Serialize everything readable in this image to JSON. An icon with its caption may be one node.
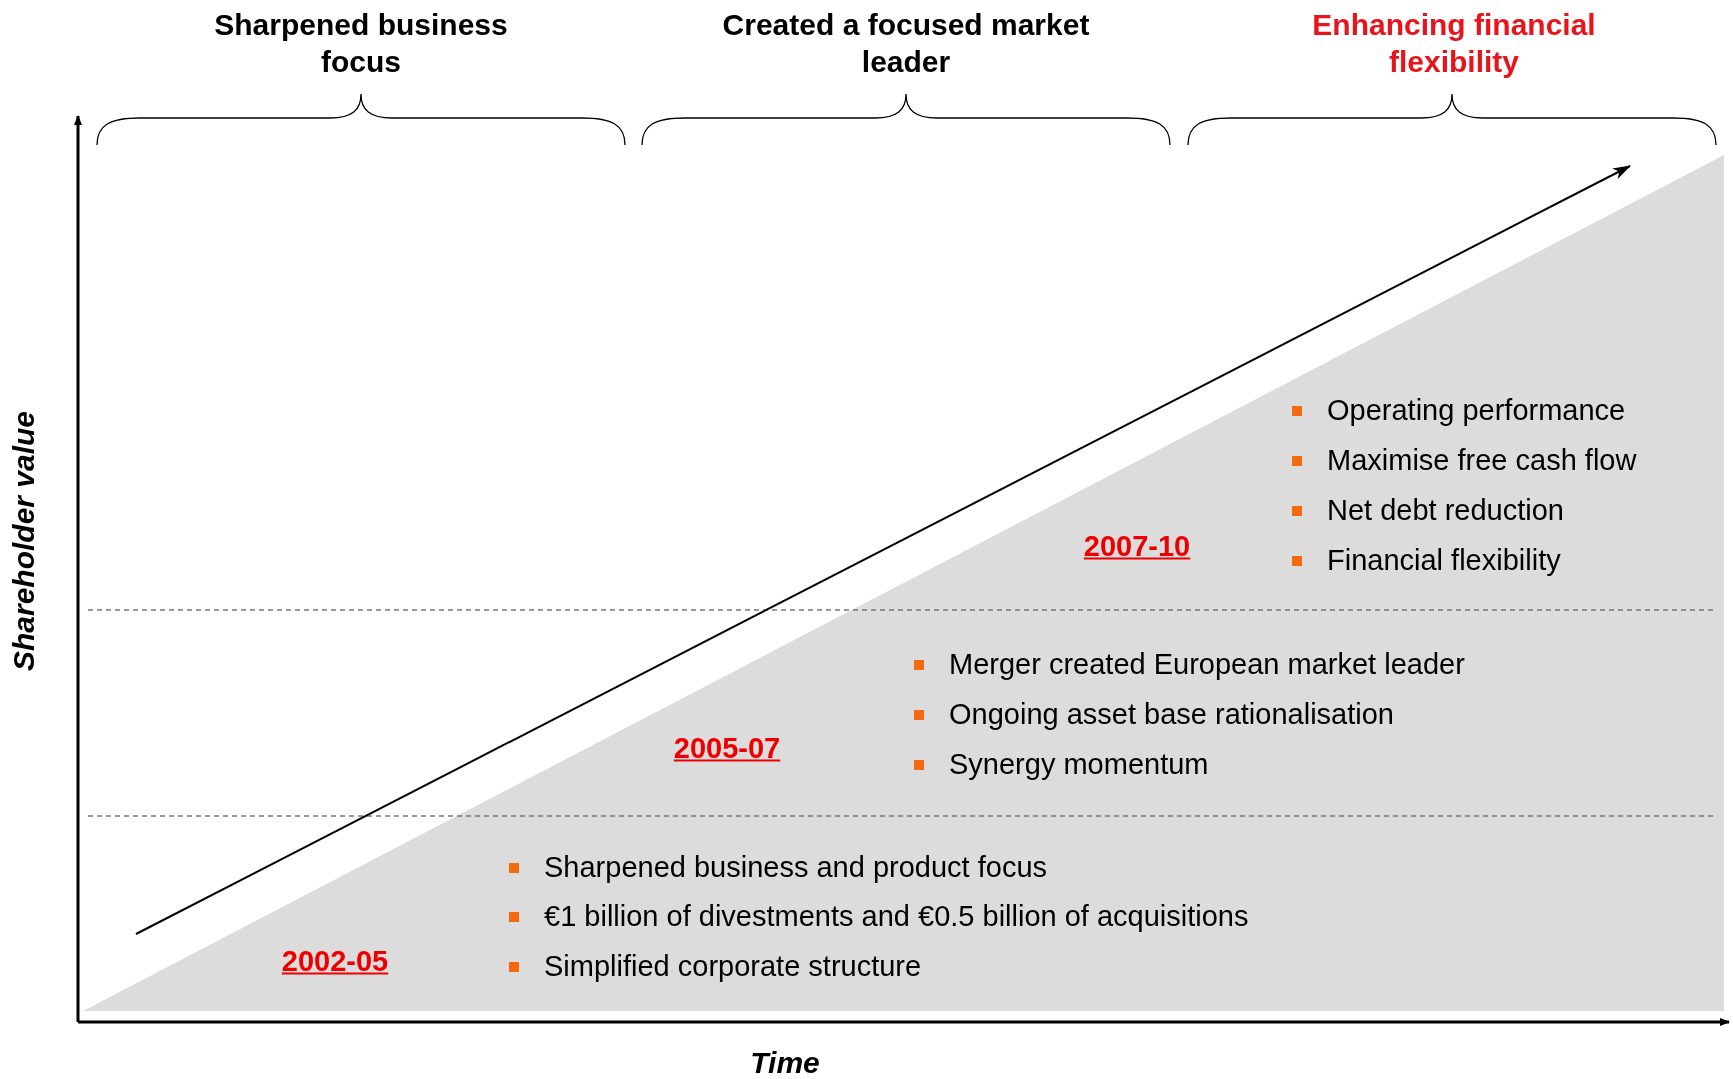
{
  "diagram": {
    "labels": [
      "Sharpened business focus",
      "Created a focused market leader",
      "Enhancing financial flexibility",
      "Shareholder value",
      "Operating performance",
      "Maximise free cash flow",
      "Net debt reduction",
      "2007-10",
      "Financial flexibility",
      "Merger created European market leader",
      "Ongoing asset base rationalisation",
      "2005-07",
      "Synergy momentum",
      "Sharpened business and product focus",
      "€1 billion of divestments and €0.5 billion of acquisitions",
      "2002-05",
      "Simplified corporate structure",
      "Time"
    ]
  }
}
